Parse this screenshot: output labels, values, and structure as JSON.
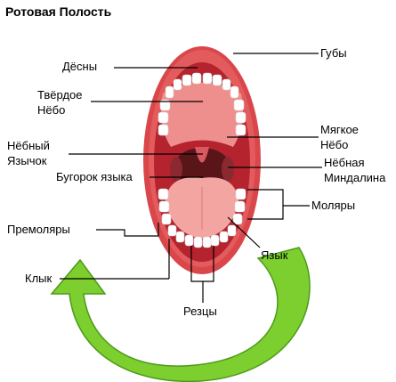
{
  "title": "Ротовая Полость",
  "labels": {
    "desny": "Дёсны",
    "tverdoe_line1": "Твёрдое",
    "tverdoe_line2": "Нёбо",
    "nebny_line1": "Нёбный",
    "nebny_line2": "Язычок",
    "bugorok": "Бугорок языка",
    "premolyary": "Премоляры",
    "klyk": "Клык",
    "rezcy": "Резцы",
    "yazyk": "Язык",
    "molyary": "Моляры",
    "nebnaya_line1": "Нёбная",
    "nebnaya_line2": "Миндалина",
    "myagkoe_line1": "Мягкое",
    "myagkoe_line2": "Нёбо",
    "guby": "Губы"
  },
  "colors": {
    "arrow": "#7ccf2e",
    "arrow_outline": "#4d9a1a",
    "lips": "#d9474b",
    "mouth_inside": "#b4232e",
    "palate": "#ef8f8d",
    "tongue": "#f3a5a2",
    "throat": "#5a1518",
    "teeth": "#ffffff",
    "leader_line": "#000000"
  },
  "icons": [
    "curved-arrow-icon",
    "mouth-illustration"
  ]
}
